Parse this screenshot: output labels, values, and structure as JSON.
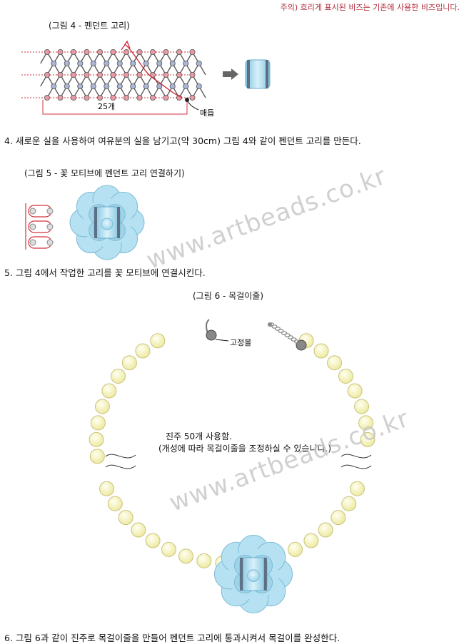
{
  "note": "주의) 흐리게 표시된 비즈는 기존에 사용한 비즈입니다.",
  "figure4": {
    "title": "(그림 4 - 펜던트 고리)",
    "count_label": "25개",
    "knot_label": "매듭"
  },
  "step4": "4. 새로운 실을 사용하여 여유분의 실을 남기고(약 30cm) 그림 4와 같이 펜던트 고리를 만든다.",
  "figure5": {
    "title": "(그림 5 - 꽃 모티브에 펜던트 고리 연결하기)"
  },
  "step5": "5. 그림 4에서 작업한 고리를 꽃 모티브에 연결시킨다.",
  "figure6": {
    "title": "(그림 6 - 목걸이줄)",
    "clasp_label": "고정볼",
    "pearl_line1": "진주 50개 사용함.",
    "pearl_line2": "(개성에 따라 목걸이줄을 조정하실 수 있습니다.)"
  },
  "step6": "6. 그림 6과 같이 진주로 목걸이줄을 만들어 펜던트 고리에 통과시켜서 목걸이를 완성한다.",
  "watermark": "www.artbeads.co.kr",
  "colors": {
    "pearl": "#f7f3b8",
    "pearl_edge": "#c9c27a",
    "blue": "#a9dcef",
    "blue_edge": "#6aaecb",
    "thread_red": "#d0313f",
    "bead_gray": "#9aa3c0"
  }
}
